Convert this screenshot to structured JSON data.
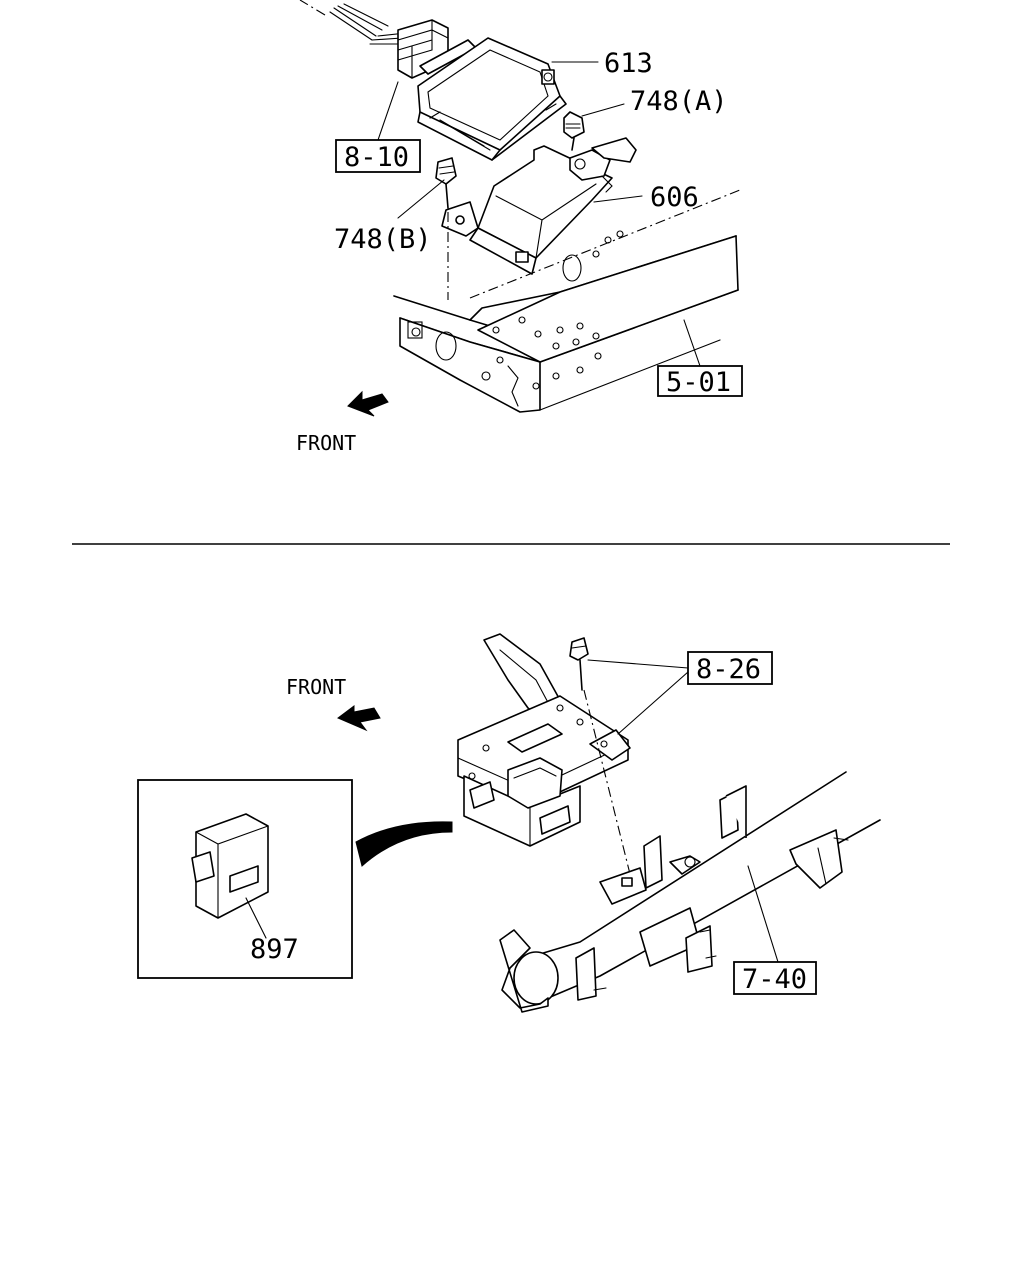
{
  "top_diagram": {
    "labels": {
      "ecu": "613",
      "bolt_a": "748(A)",
      "bracket": "606",
      "bolt_b": "748(B)"
    },
    "boxed_refs": {
      "harness": "8-10",
      "frame": "5-01"
    },
    "direction": "FRONT"
  },
  "bottom_diagram": {
    "labels": {
      "module": "897"
    },
    "boxed_refs": {
      "bolts": "8-26",
      "crossmember": "7-40"
    },
    "direction": "FRONT"
  }
}
